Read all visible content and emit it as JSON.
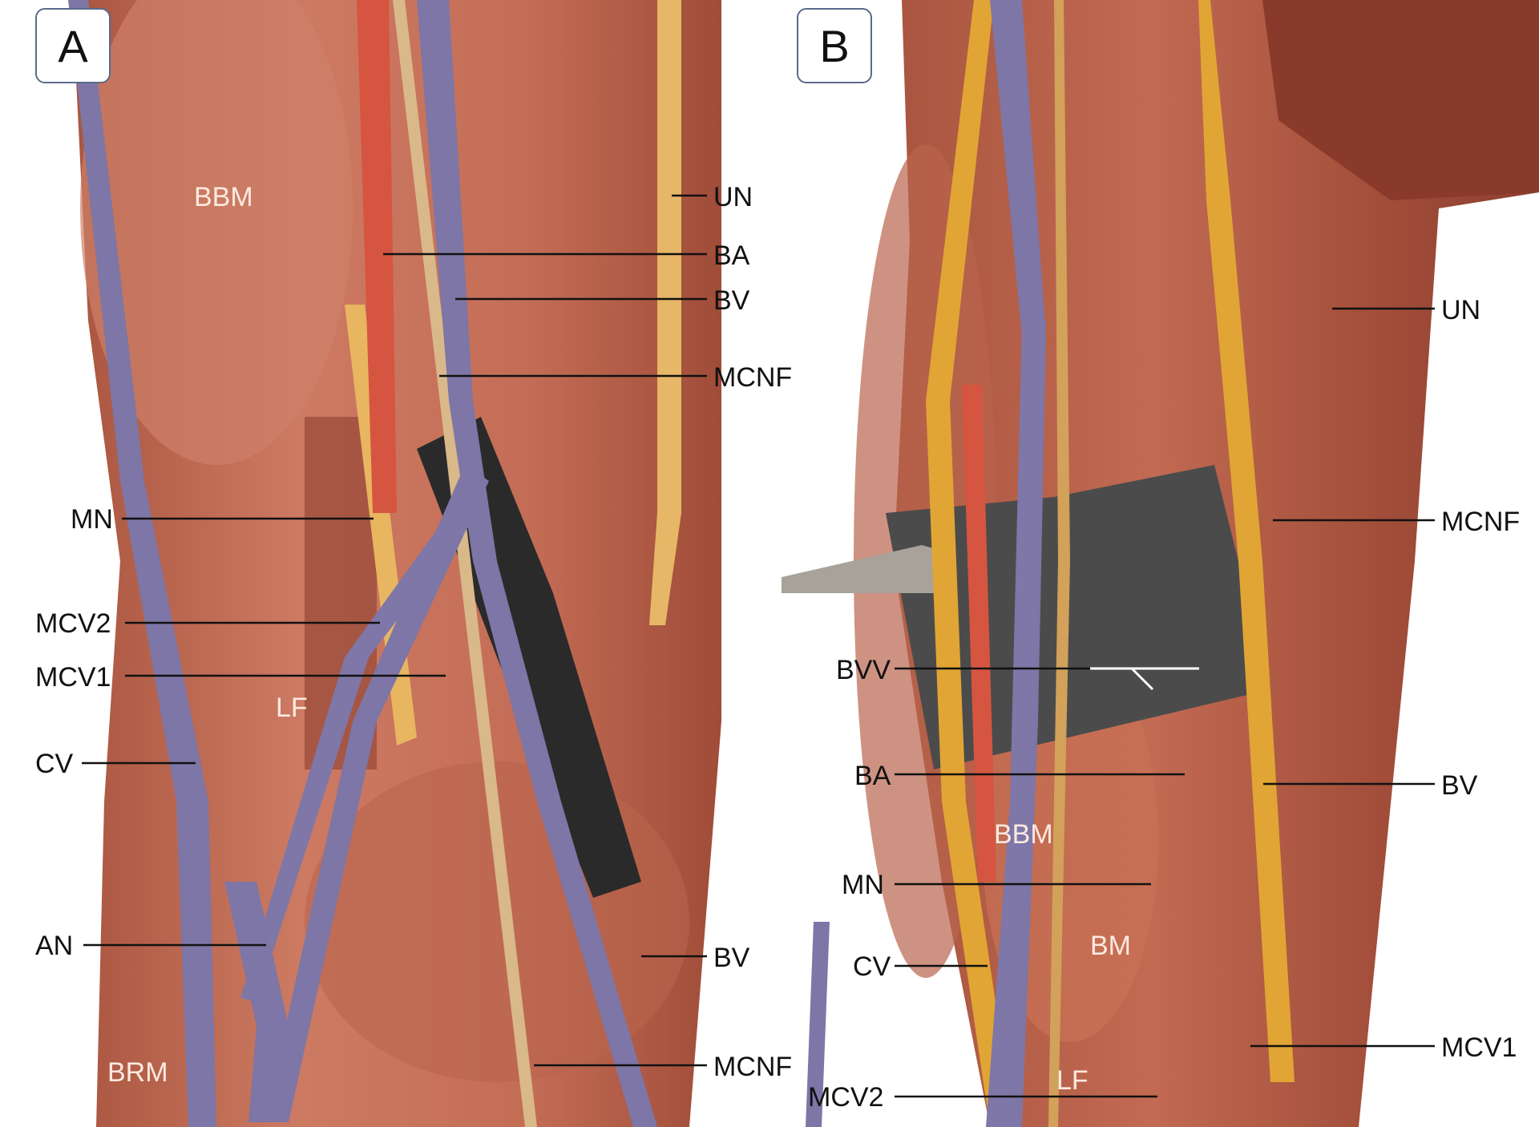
{
  "panel_a": {
    "tag": "A",
    "labels": [
      "BBM",
      "UN",
      "BA",
      "BV",
      "MCNF",
      "MN",
      "MCV2",
      "MCV1",
      "LF",
      "CV",
      "AN",
      "BV",
      "MCNF",
      "BRM"
    ]
  },
  "panel_b": {
    "tag": "B",
    "labels": [
      "UN",
      "MCNF",
      "BVV",
      "BA",
      "BV",
      "BBM",
      "MN",
      "BM",
      "CV",
      "MCV1",
      "LF",
      "MCV2"
    ]
  },
  "colors": {
    "muscle": "#c4705a",
    "muscle_dark": "#8e3f30",
    "vein": "#7d76a6",
    "artery": "#d65540",
    "nerve": "#e8b560",
    "marker": "#3d3d3d",
    "background": "#ffffff"
  }
}
